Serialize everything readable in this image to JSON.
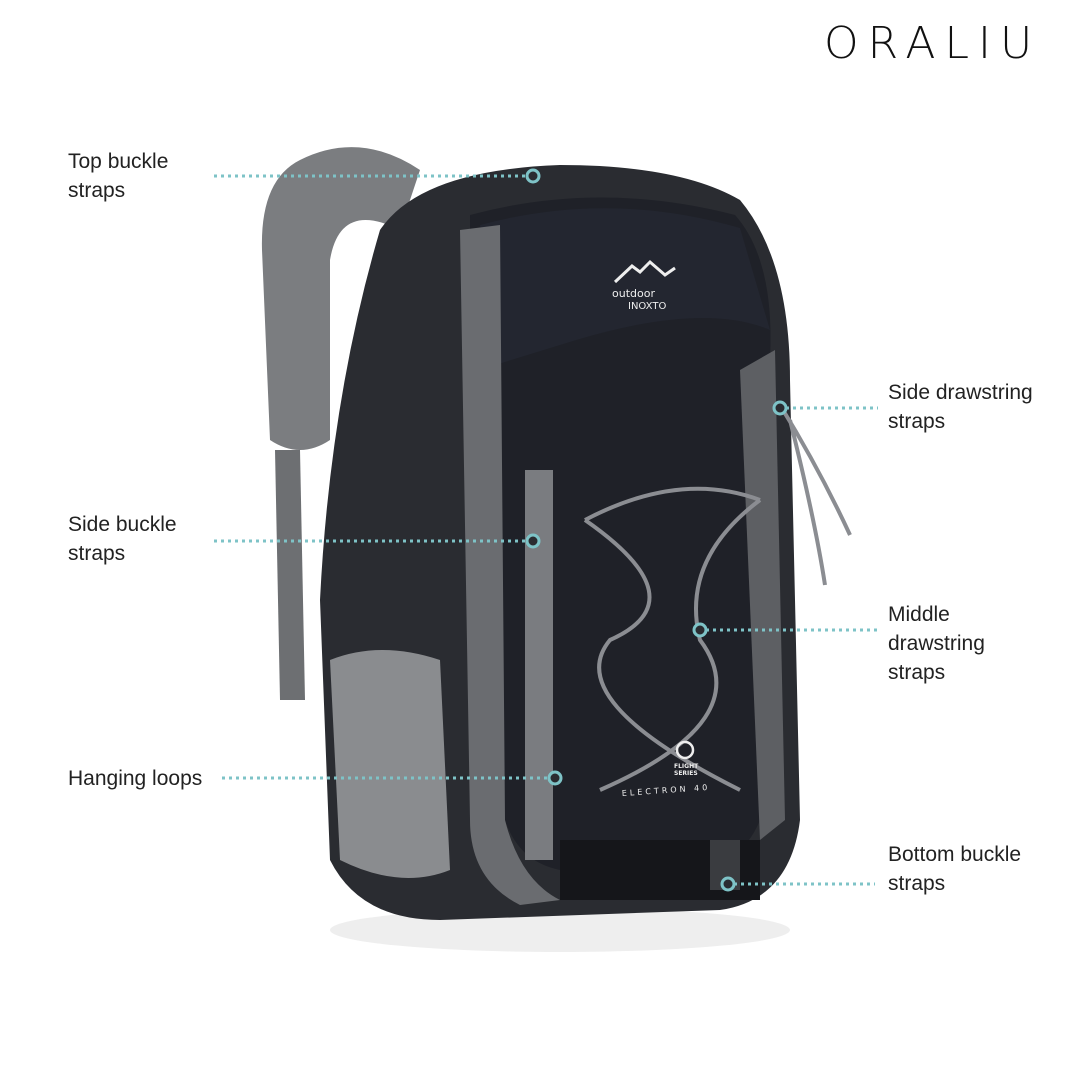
{
  "brand": {
    "logo": "ORALIU"
  },
  "product": {
    "logo_line1": "outdoor",
    "logo_line2": "INOXTO",
    "series_line1": "FLIGHT",
    "series_line2": "SERIES",
    "model": "ELECTRON 40"
  },
  "callout_color": "#7ec3c7",
  "callouts": [
    {
      "label": "Top buckle\nstraps",
      "side": "left"
    },
    {
      "label": "Side  buckle\nstraps",
      "side": "left"
    },
    {
      "label": "Hanging loops",
      "side": "left"
    },
    {
      "label": "Side drawstring\nstraps",
      "side": "right"
    },
    {
      "label": "Middle\ndrawstring\nstraps",
      "side": "right"
    },
    {
      "label": "Bottom buckle\nstraps",
      "side": "right"
    }
  ]
}
